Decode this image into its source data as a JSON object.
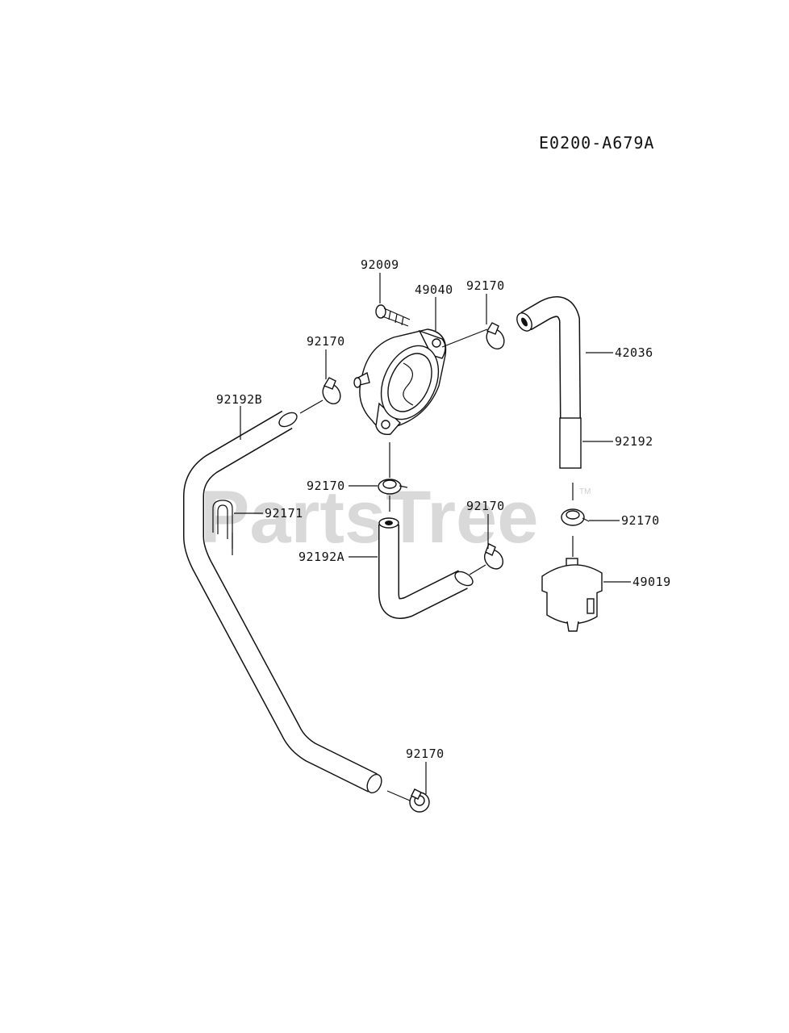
{
  "diagram_code": "E0200-A679A",
  "watermark": "PartsTree",
  "watermark_tm": "TM",
  "parts": [
    {
      "id": "screw",
      "label": "92009"
    },
    {
      "id": "fuel-pump",
      "label": "49040"
    },
    {
      "id": "clamp-pump-outlet",
      "label": "92170"
    },
    {
      "id": "clamp-pump-inlet",
      "label": "92170"
    },
    {
      "id": "hose-long",
      "label": "92192B"
    },
    {
      "id": "hose-elbow",
      "label": "42036"
    },
    {
      "id": "hose-short",
      "label": "92192"
    },
    {
      "id": "clamp-center",
      "label": "92170"
    },
    {
      "id": "hose-clip",
      "label": "92171"
    },
    {
      "id": "clamp-hose-a",
      "label": "92170"
    },
    {
      "id": "clamp-filter",
      "label": "92170"
    },
    {
      "id": "hose-a",
      "label": "92192A"
    },
    {
      "id": "fuel-filter",
      "label": "49019"
    },
    {
      "id": "clamp-bottom",
      "label": "92170"
    }
  ]
}
